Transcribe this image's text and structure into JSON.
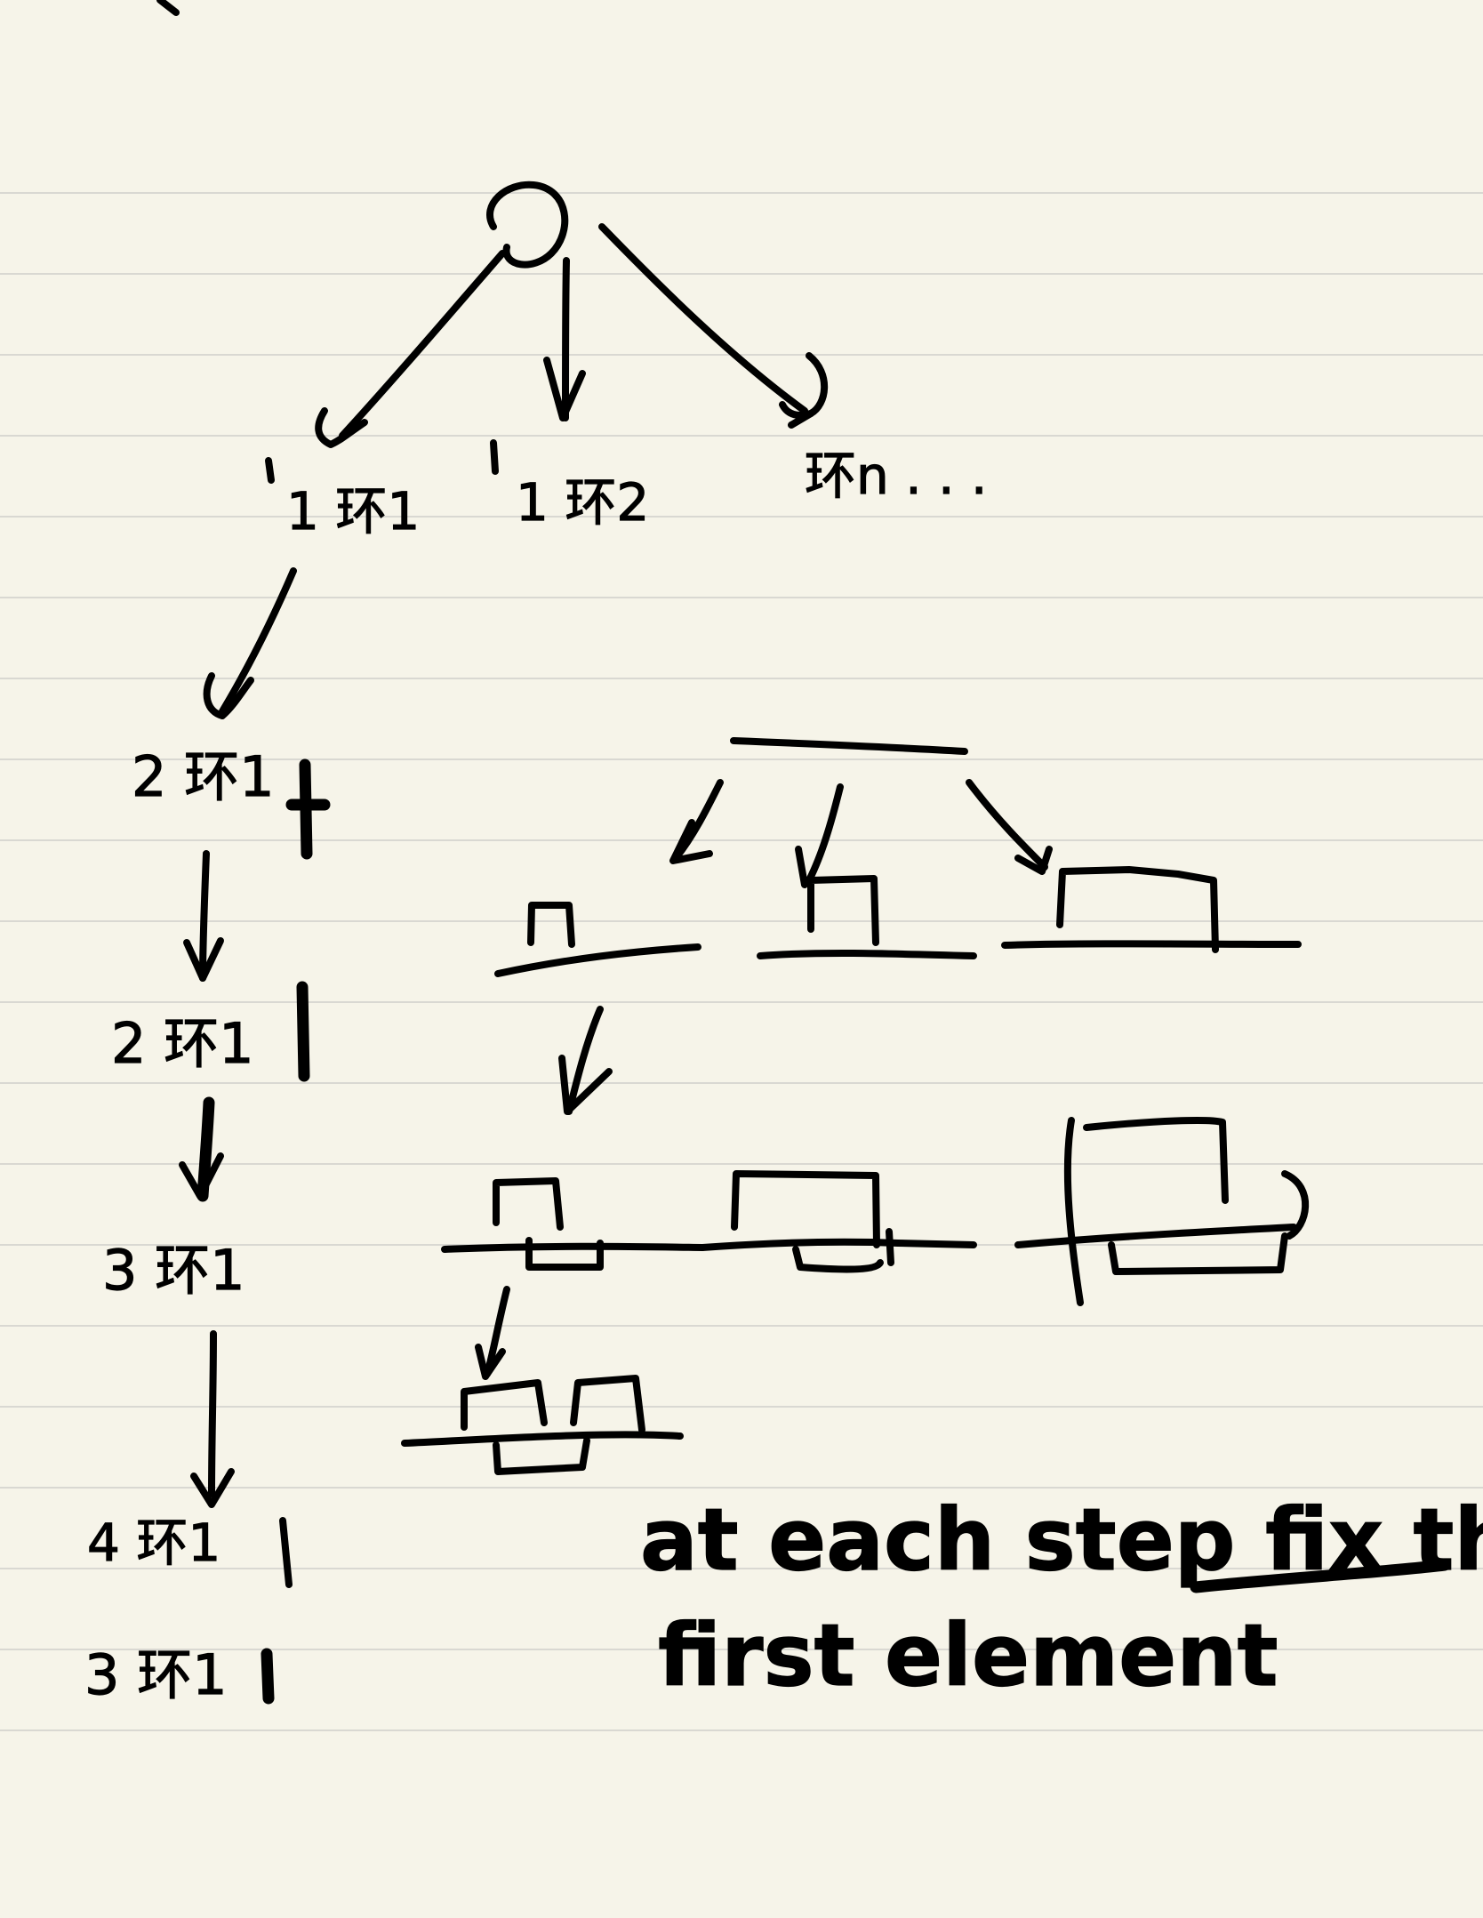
{
  "colors": {
    "paper": "#f6f4e9",
    "rule": "#d9d8d2",
    "ink": "#000000"
  },
  "tree": {
    "children": [
      "1 环1",
      "1 环2",
      "环n . . ."
    ]
  },
  "steps": [
    "2 环1",
    "2 环1",
    "3 环1",
    "4 环1",
    "3 环1"
  ],
  "note": {
    "line1": "at each step fix the",
    "line2": "first element"
  }
}
